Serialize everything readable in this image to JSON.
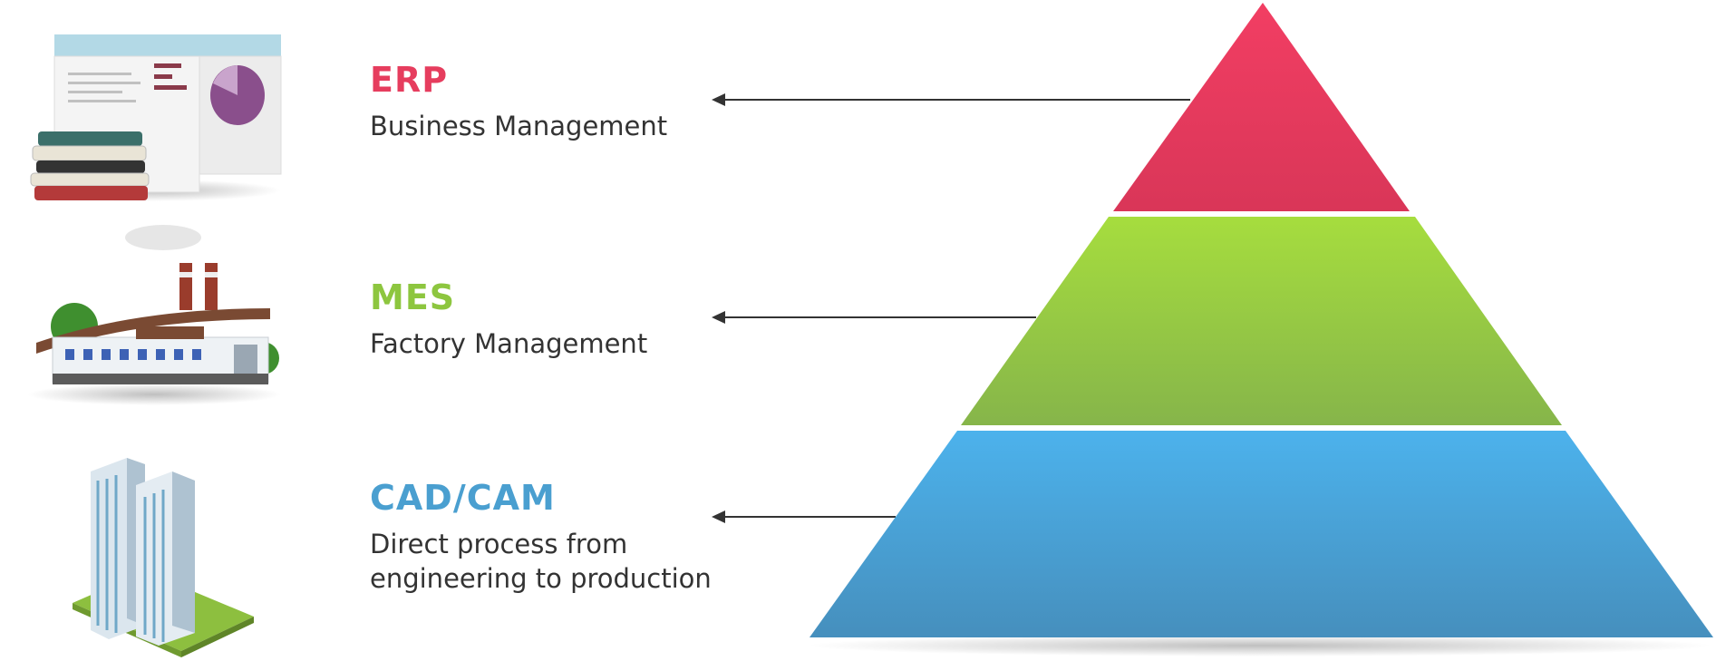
{
  "levels": [
    {
      "title": "ERP",
      "description": [
        "Business Management"
      ],
      "color": "#e63d5e",
      "color_top": "#f23e63",
      "color_bottom": "#d93658"
    },
    {
      "title": "MES",
      "description": [
        "Factory Management"
      ],
      "color": "#8dc63f",
      "color_top": "#a6dd3e",
      "color_bottom": "#86b54a"
    },
    {
      "title": "CAD/CAM",
      "description": [
        "Direct process from",
        "engineering to production"
      ],
      "color": "#4a9fd0",
      "color_top": "#4cb2ec",
      "color_bottom": "#468fbd"
    }
  ],
  "icons": [
    "report-books-icon",
    "factory-icon",
    "office-building-icon"
  ]
}
